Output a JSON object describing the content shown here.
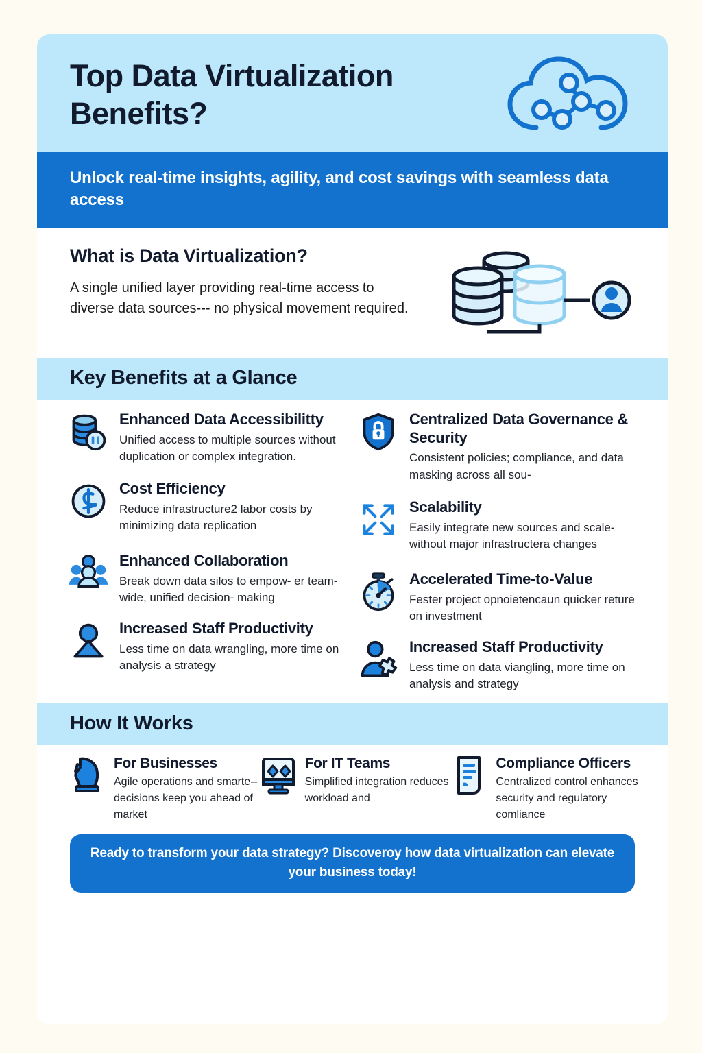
{
  "theme": {
    "page_bg": "#FDFBF2",
    "card_bg": "#FFFFFF",
    "light_blue": "#BDE7FB",
    "accent_blue": "#1272CE",
    "mid_blue": "#2B8BE0",
    "dark_navy": "#121B2E",
    "pale_blue": "#D6EEFA"
  },
  "header": {
    "title": "Top Data Virtualization Benefits?",
    "icon": "cloud-network-icon",
    "subtitle": "Unlock real-time insights, agility, and cost savings with seamless data access"
  },
  "what_is": {
    "heading": "What is Data Virtualization?",
    "body": "A single unified layer providing real-time access to diverse data sources--- no physical movement required.",
    "figure": "database-stack-user-icon"
  },
  "benefits_band": {
    "heading": "Key Benefits at a Glance"
  },
  "benefits": {
    "left": [
      {
        "icon": "database-pause-icon",
        "title": "Enhanced Data Accessibilitty",
        "desc": "Unified access to multiple sources without duplication or complex integration."
      },
      {
        "icon": "dollar-circle-icon",
        "title": "Cost Efficiency",
        "desc": "Reduce infrastructure2 labor costs by minimizing data replication"
      },
      {
        "icon": "people-group-icon",
        "title": "Enhanced Collaboration",
        "desc": "Break down data silos to empow- er team-wide, unified decision- making"
      },
      {
        "icon": "person-icon",
        "title": "Increased Staff Productivity",
        "desc": "Less time on data wrangling, more time on analysis a strategy"
      }
    ],
    "right": [
      {
        "icon": "shield-lock-icon",
        "title": "Centralized Data Governance & Security",
        "desc": "Consistent policies; compliance, and data masking across all sou-"
      },
      {
        "icon": "expand-arrows-icon",
        "title": "Scalability",
        "desc": "Easily integrate new sources and scale-without major infrastructera changes"
      },
      {
        "icon": "stopwatch-icon",
        "title": "Accelerated Time-to-Value",
        "desc": "Fester project opnoietencaun quicker reture on investment"
      },
      {
        "icon": "person-puzzle-icon",
        "title": "Increased Staff Productivity",
        "desc": "Less time on data viangling, more time on analysis and strategy"
      }
    ]
  },
  "how_it_works": {
    "heading": "How It Works",
    "items": [
      {
        "icon": "chess-knight-icon",
        "title": "For Businesses",
        "desc": "Agile operations and smarte--decisions keep you ahead of market"
      },
      {
        "icon": "monitor-icon",
        "title": "For IT Teams",
        "desc": "Simplified integration reduces workload and"
      },
      {
        "icon": "document-icon",
        "title": "Compliance Officers",
        "desc": "Centralized control enhances security and regulatory comliance"
      }
    ]
  },
  "cta": {
    "text": "Ready to transform your data strategy? Discoveroy how data virtualization can elevate your business today!"
  }
}
